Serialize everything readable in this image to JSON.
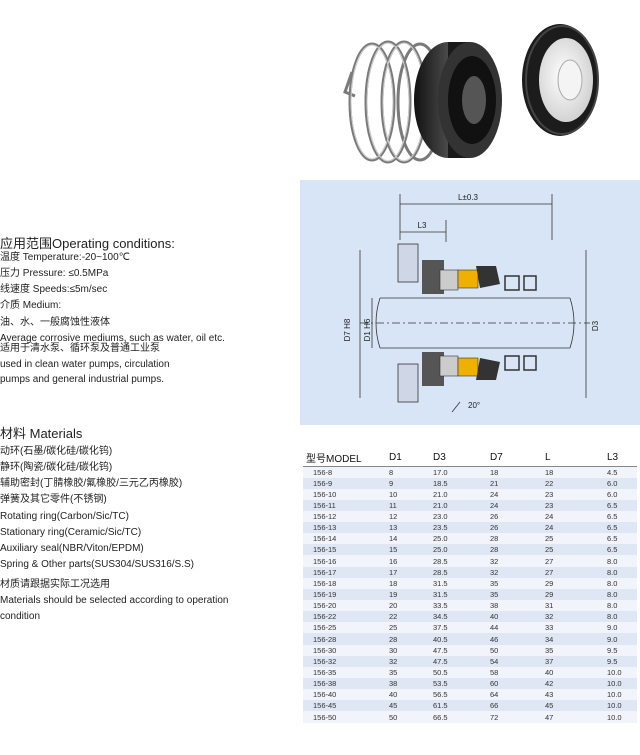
{
  "application": {
    "title": "应用范围Operating conditions:",
    "lines": [
      "温度 Temperature:-20~100℃",
      "压力 Pressure: ≤0.5MPa",
      "线速度 Speeds:≤5m/sec",
      "介质 Medium:",
      "油、水、一般腐蚀性液体",
      "Average corrosive mediums, such as water, oil etc.",
      "适用于清水泵、循环泵及普通工业泵",
      "used in clean water pumps, circulation",
      "pumps and general industrial pumps."
    ]
  },
  "materials": {
    "title": "材料 Materials",
    "lines": [
      "动环(石墨/碳化硅/碳化钨)",
      "静环(陶瓷/碳化硅/碳化钨)",
      "辅助密封(丁腈橡胶/氟橡胶/三元乙丙橡胶)",
      "弹簧及其它零件(不锈钢)",
      "Rotating ring(Carbon/Sic/TC)",
      "Stationary ring(Ceramic/Sic/TC)",
      "Auxiliary seal(NBR/Viton/EPDM)",
      "Spring & Other parts(SUS304/SUS316/S.S)",
      "材质请跟据实际工况选用",
      "Materials should be selected according to operation",
      "condition"
    ]
  },
  "drawing": {
    "dimension_L": "L±0.3",
    "dimension_L3": "L3",
    "dimension_D7": "D7  H8",
    "dimension_D1": "D1 H6",
    "dimension_D3": "D3",
    "angle": "20°"
  },
  "table": {
    "headers": [
      "型号MODEL",
      "D1",
      "D3",
      "D7",
      "L",
      "L3"
    ],
    "rows": [
      [
        "156-8",
        "8",
        "17.0",
        "18",
        "18",
        "4.5"
      ],
      [
        "156-9",
        "9",
        "18.5",
        "21",
        "22",
        "6.0"
      ],
      [
        "156-10",
        "10",
        "21.0",
        "24",
        "23",
        "6.0"
      ],
      [
        "156-11",
        "11",
        "21.0",
        "24",
        "23",
        "6.5"
      ],
      [
        "156-12",
        "12",
        "23.0",
        "26",
        "24",
        "6.5"
      ],
      [
        "156-13",
        "13",
        "23.5",
        "26",
        "24",
        "6.5"
      ],
      [
        "156-14",
        "14",
        "25.0",
        "28",
        "25",
        "6.5"
      ],
      [
        "156-15",
        "15",
        "25.0",
        "28",
        "25",
        "6.5"
      ],
      [
        "156-16",
        "16",
        "28.5",
        "32",
        "27",
        "8.0"
      ],
      [
        "156-17",
        "17",
        "28.5",
        "32",
        "27",
        "8.0"
      ],
      [
        "156-18",
        "18",
        "31.5",
        "35",
        "29",
        "8.0"
      ],
      [
        "156-19",
        "19",
        "31.5",
        "35",
        "29",
        "8.0"
      ],
      [
        "156-20",
        "20",
        "33.5",
        "38",
        "31",
        "8.0"
      ],
      [
        "156-22",
        "22",
        "34.5",
        "40",
        "32",
        "8.0"
      ],
      [
        "156-25",
        "25",
        "37.5",
        "44",
        "33",
        "9.0"
      ],
      [
        "156-28",
        "28",
        "40.5",
        "46",
        "34",
        "9.0"
      ],
      [
        "156-30",
        "30",
        "47.5",
        "50",
        "35",
        "9.5"
      ],
      [
        "156-32",
        "32",
        "47.5",
        "54",
        "37",
        "9.5"
      ],
      [
        "156-35",
        "35",
        "50.5",
        "58",
        "40",
        "10.0"
      ],
      [
        "156-38",
        "38",
        "53.5",
        "60",
        "42",
        "10.0"
      ],
      [
        "156-40",
        "40",
        "56.5",
        "64",
        "43",
        "10.0"
      ],
      [
        "156-45",
        "45",
        "61.5",
        "66",
        "45",
        "10.0"
      ],
      [
        "156-50",
        "50",
        "66.5",
        "72",
        "47",
        "10.0"
      ]
    ]
  }
}
